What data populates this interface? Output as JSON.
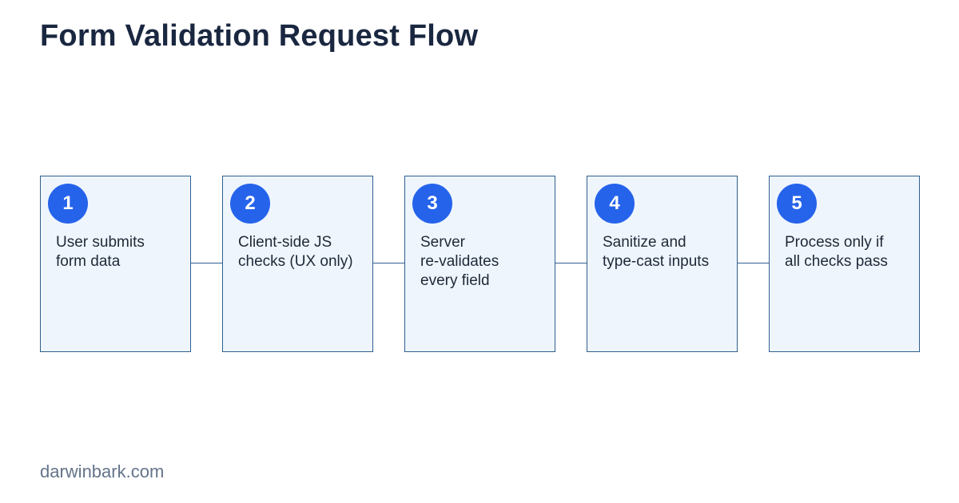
{
  "title": "Form Validation Request Flow",
  "steps": [
    {
      "number": "1",
      "text": "User submits\nform data"
    },
    {
      "number": "2",
      "text": "Client-side JS\nchecks (UX only)"
    },
    {
      "number": "3",
      "text": "Server\nre-validates\nevery field"
    },
    {
      "number": "4",
      "text": "Sanitize and\ntype-cast inputs"
    },
    {
      "number": "5",
      "text": "Process only if\nall checks pass"
    }
  ],
  "footer": "darwinbark.com",
  "colors": {
    "badge": "#2563eb",
    "box_fill": "#eef5fd",
    "box_border": "#2f5f8f",
    "title": "#1a2740",
    "footer": "#64748b"
  }
}
